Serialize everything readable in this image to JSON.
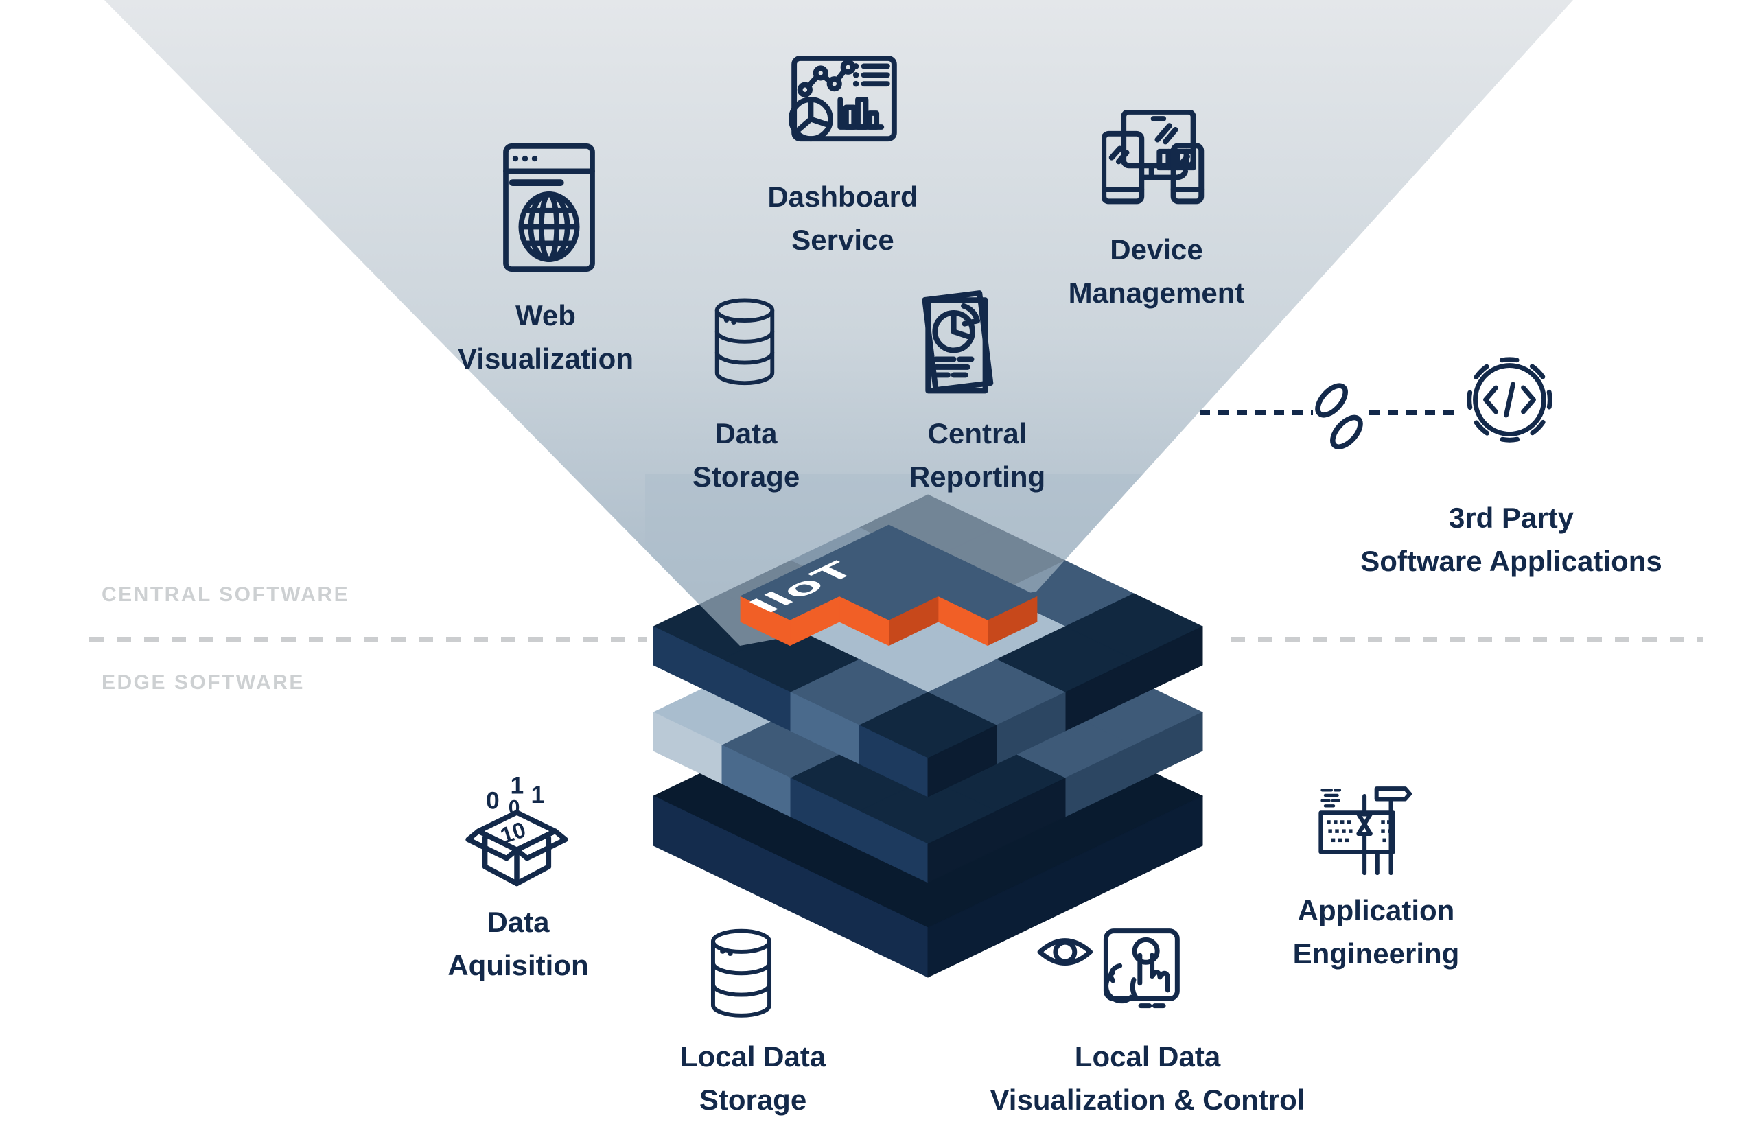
{
  "palette": {
    "navy_text": "#13294a",
    "accent_orange": "#f15f26",
    "accent_orange_dark": "#c7481b",
    "steel_blue": "#3e5a78",
    "light_layer": "#a9bdce",
    "dark_layer": "#091b2f",
    "beam_top": "#e4e7ea",
    "beam_bottom": "#a4b6c5",
    "zone_label_gray": "#cdd0d2"
  },
  "zones": {
    "central": "CENTRAL SOFTWARE",
    "edge": "EDGE SOFTWARE"
  },
  "stack": {
    "piece_label": "IIoT"
  },
  "central_items": {
    "web": {
      "line1": "Web",
      "line2": "Visualization"
    },
    "dashboard": {
      "line1": "Dashboard",
      "line2": "Service"
    },
    "device": {
      "line1": "Device",
      "line2": "Management"
    },
    "storage": {
      "line1": "Data",
      "line2": "Storage"
    },
    "reporting": {
      "line1": "Central",
      "line2": "Reporting"
    }
  },
  "third_party": {
    "line1": "3rd Party",
    "line2": "Software Applications"
  },
  "edge_items": {
    "acquisition": {
      "line1": "Data",
      "line2": "Aquisition"
    },
    "local_storage": {
      "line1": "Local Data",
      "line2": "Storage"
    },
    "local_viz": {
      "line1": "Local Data",
      "line2": "Visualization & Control"
    },
    "app_eng": {
      "line1": "Application",
      "line2": "Engineering"
    }
  },
  "binary_digits": {
    "d1": "1",
    "d2": "0",
    "d3": "0",
    "d4": "1",
    "d5": "10"
  },
  "gear_code": "</>"
}
